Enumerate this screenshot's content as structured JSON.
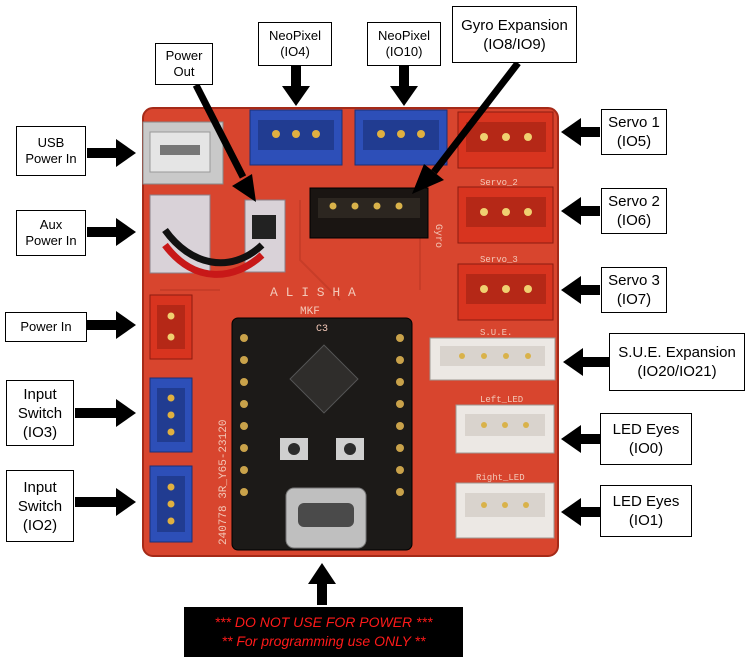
{
  "labels": {
    "usb_power_in": [
      "USB",
      "Power In"
    ],
    "aux_power_in": [
      "Aux",
      "Power In"
    ],
    "power_in": [
      "Power In"
    ],
    "input_switch_io3": [
      "Input",
      "Switch",
      "(IO3)"
    ],
    "input_switch_io2": [
      "Input",
      "Switch",
      "(IO2)"
    ],
    "power_out": [
      "Power",
      "Out"
    ],
    "neopixel_io4": [
      "NeoPixel",
      "(IO4)"
    ],
    "neopixel_io10": [
      "NeoPixel",
      "(IO10)"
    ],
    "gyro_expansion": [
      "Gyro Expansion",
      "(IO8/IO9)"
    ],
    "servo1": [
      "Servo 1",
      "(IO5)"
    ],
    "servo2": [
      "Servo 2",
      "(IO6)"
    ],
    "servo3": [
      "Servo 3",
      "(IO7)"
    ],
    "sue_expansion": [
      "S.U.E. Expansion",
      "(IO20/IO21)"
    ],
    "led_eyes_io0": [
      "LED Eyes",
      "(IO0)"
    ],
    "led_eyes_io1": [
      "LED Eyes",
      "(IO1)"
    ]
  },
  "warning": [
    "*** DO NOT USE FOR POWER ***",
    "** For programming use ONLY **"
  ],
  "silkscreen": {
    "board_name": "A L I S H A",
    "maker": "MKF",
    "chip_ref": "C3",
    "serial": "240778 3R_Y65-23120",
    "gyro": "Gyro",
    "servo2": "Servo_2",
    "servo3": "Servo_3",
    "sue": "S.U.E.",
    "left_led": "Left_LED",
    "right_led": "Right_LED"
  },
  "colors": {
    "pcb": "#d8452e",
    "pcb_dark": "#b8321f",
    "connector_blue": "#2d4fb8",
    "connector_red": "#d8341f",
    "connector_white": "#ece8e4",
    "connector_black": "#1a1512",
    "arrow": "#000000",
    "warning_text": "#ff1a1a"
  }
}
